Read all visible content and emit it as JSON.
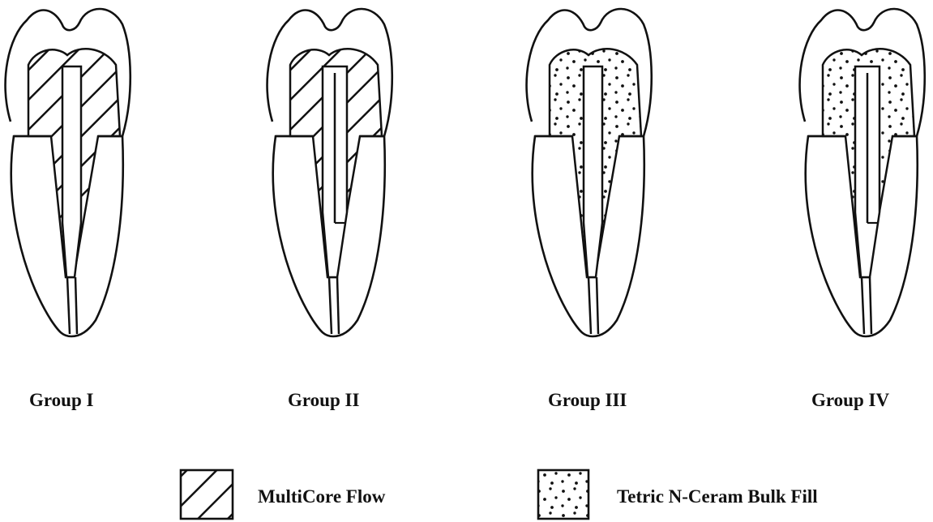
{
  "groups": [
    {
      "label": "Group I",
      "core_material": "multicore-flow",
      "post_type": "single"
    },
    {
      "label": "Group II",
      "core_material": "multicore-flow",
      "post_type": "double"
    },
    {
      "label": "Group III",
      "core_material": "tetric-n-ceram-bulk-fill",
      "post_type": "single"
    },
    {
      "label": "Group IV",
      "core_material": "tetric-n-ceram-bulk-fill",
      "post_type": "double"
    }
  ],
  "legend": [
    {
      "pattern": "diagonal-hatch",
      "label": "MultiCore Flow"
    },
    {
      "pattern": "dots",
      "label": "Tetric N-Ceram Bulk Fill"
    }
  ],
  "colors": {
    "line": "#111111",
    "background": "#ffffff"
  }
}
